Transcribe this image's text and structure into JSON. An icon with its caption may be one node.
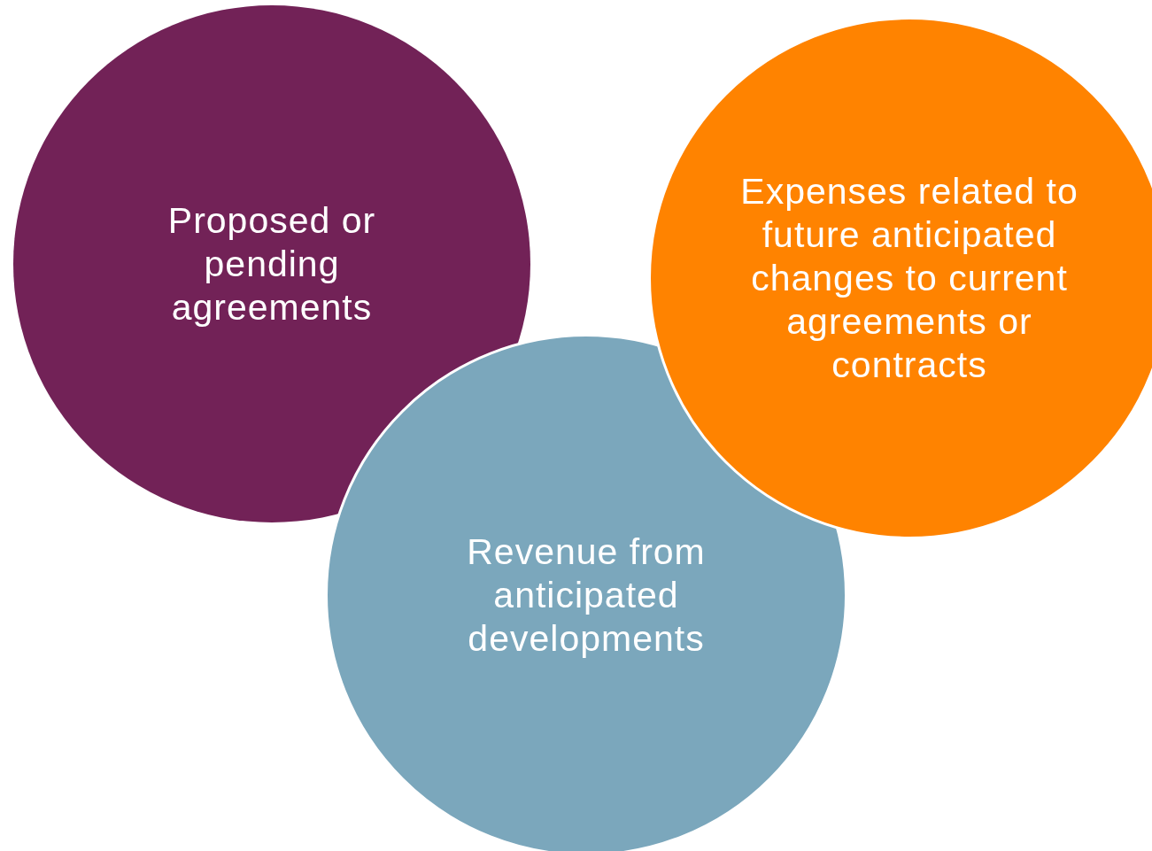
{
  "diagram": {
    "nodes": [
      {
        "text": [
          "Proposed or pending agreements"
        ]
      },
      {
        "text": [
          "Expenses related to future anticipated changes to current agreements or contracts"
        ]
      },
      {
        "text": [
          "Revenue from anticipated developments"
        ]
      }
    ]
  }
}
